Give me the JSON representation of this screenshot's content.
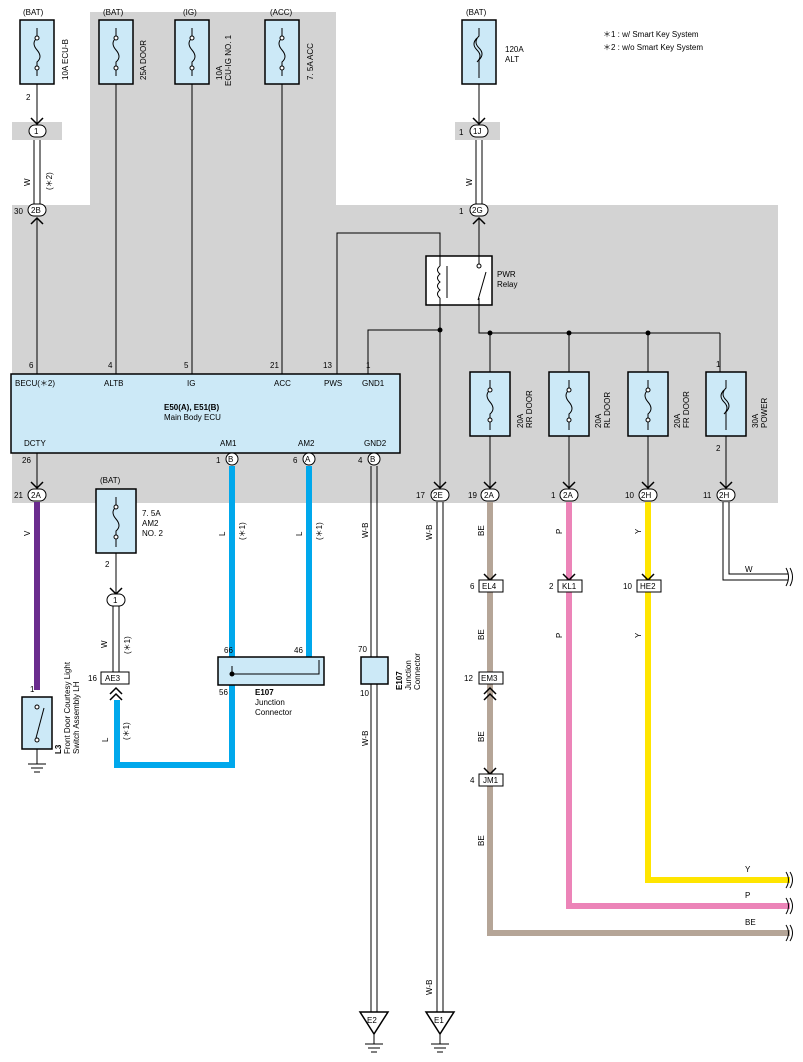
{
  "notes": {
    "n1": "＊1 : w/ Smart Key System",
    "n2": "＊2 : w/o Smart Key System"
  },
  "fuses": {
    "ecub": {
      "source": "(BAT)",
      "label": "10A ECU-B",
      "pin": "2"
    },
    "door": {
      "source": "(BAT)",
      "label": "25A DOOR"
    },
    "ecuig": {
      "source": "(IG)",
      "label1": "10A",
      "label2": "ECU-IG NO. 1"
    },
    "acc": {
      "source": "(ACC)",
      "label": "7. 5A ACC"
    },
    "alt": {
      "source": "(BAT)",
      "label1": "120A",
      "label2": "ALT"
    },
    "am2": {
      "source": "(BAT)",
      "label1": "7. 5A",
      "label2": "AM2",
      "label3": "NO. 2",
      "pin": "2"
    },
    "rrdoor": {
      "label1": "20A",
      "label2": "RR DOOR"
    },
    "rldoor": {
      "label1": "20A",
      "label2": "RL DOOR"
    },
    "frdoor": {
      "label1": "20A",
      "label2": "FR DOOR"
    },
    "power": {
      "label1": "30A",
      "label2": "POWER",
      "pin_top": "1",
      "pin_bottom": "2"
    }
  },
  "relay": {
    "label1": "PWR",
    "label2": "Relay"
  },
  "ecu": {
    "label1": "E50(A), E51(B)",
    "label2": "Main Body ECU",
    "top_pins": [
      {
        "num": "6",
        "name": "BECU(＊2)"
      },
      {
        "num": "4",
        "name": "ALTB"
      },
      {
        "num": "5",
        "name": "IG"
      },
      {
        "num": "21",
        "name": "ACC"
      },
      {
        "num": "13",
        "name": "PWS"
      },
      {
        "num": "1",
        "name": "GND1"
      }
    ],
    "bottom_pins": [
      {
        "num": "26",
        "name": "DCTY"
      },
      {
        "num": "1",
        "conn": "B",
        "name": "AM1"
      },
      {
        "num": "6",
        "conn": "A",
        "name": "AM2"
      },
      {
        "num": "4",
        "conn": "B",
        "name": "GND2"
      }
    ]
  },
  "connectors": {
    "c1_ecub": {
      "id": "1"
    },
    "c2b": {
      "id": "2B",
      "pin": "30"
    },
    "c1j": {
      "id": "1J",
      "pin": "1"
    },
    "c2g": {
      "id": "2G",
      "pin": "1"
    },
    "c2a_left": {
      "id": "2A",
      "pin": "21"
    },
    "c1_am2": {
      "id": "1"
    },
    "c2e": {
      "id": "2E",
      "pin": "17"
    },
    "c2a_rr": {
      "id": "2A",
      "pin": "19"
    },
    "c2a_rl": {
      "id": "2A",
      "pin": "1"
    },
    "c2h_fr": {
      "id": "2H",
      "pin": "10"
    },
    "c2h_pw": {
      "id": "2H",
      "pin": "11"
    },
    "ae3": {
      "id": "AE3",
      "pin": "16"
    },
    "el4": {
      "id": "EL4",
      "pin": "6"
    },
    "kl1": {
      "id": "KL1",
      "pin": "2"
    },
    "he2": {
      "id": "HE2",
      "pin": "10"
    },
    "em3": {
      "id": "EM3",
      "pin": "12"
    },
    "jm1": {
      "id": "JM1",
      "pin": "4"
    }
  },
  "junction1": {
    "id": "E107",
    "label1": "Junction",
    "label2": "Connector",
    "pin_a": "66",
    "pin_b": "46",
    "pin_c": "56"
  },
  "junction2": {
    "id": "E107",
    "label1": "Junction",
    "label2": "Connector",
    "pin_a": "70",
    "pin_b": "10"
  },
  "switch": {
    "id": "L3",
    "label1": "Front Door Courtesy Light",
    "label2": "Switch Assembly LH",
    "pin": "1"
  },
  "wires": {
    "w_ecub": "W",
    "w_ecub_note": "(＊2)",
    "w_alt": "W",
    "v": "V",
    "w_am2": "W",
    "w_am2_note": "(＊1)",
    "l_ae3": "L",
    "l_ae3_note": "(＊1)",
    "l_am1": "L",
    "l_am1_note": "(＊1)",
    "l_am2": "L",
    "l_am2_note": "(＊1)",
    "wb_gnd2": "W-B",
    "wb_gnd2_b": "W-B",
    "wb_gnd1": "W-B",
    "wb_gnd1_b": "W-B",
    "be1": "BE",
    "be2": "BE",
    "be3": "BE",
    "be4": "BE",
    "be5": "BE",
    "p1": "P",
    "p2": "P",
    "p3": "P",
    "y1": "Y",
    "y2": "Y",
    "y3": "Y",
    "w_pw": "W"
  },
  "grounds": {
    "e2": "E2",
    "e1": "E1"
  },
  "colors": {
    "box_fill": "#cce9f7",
    "shade": "#d3d3d3",
    "violet": "#6a2c8e",
    "blue": "#00a8ec",
    "beige": "#b5a597",
    "pink": "#ec84b8",
    "yellow": "#ffe500"
  }
}
